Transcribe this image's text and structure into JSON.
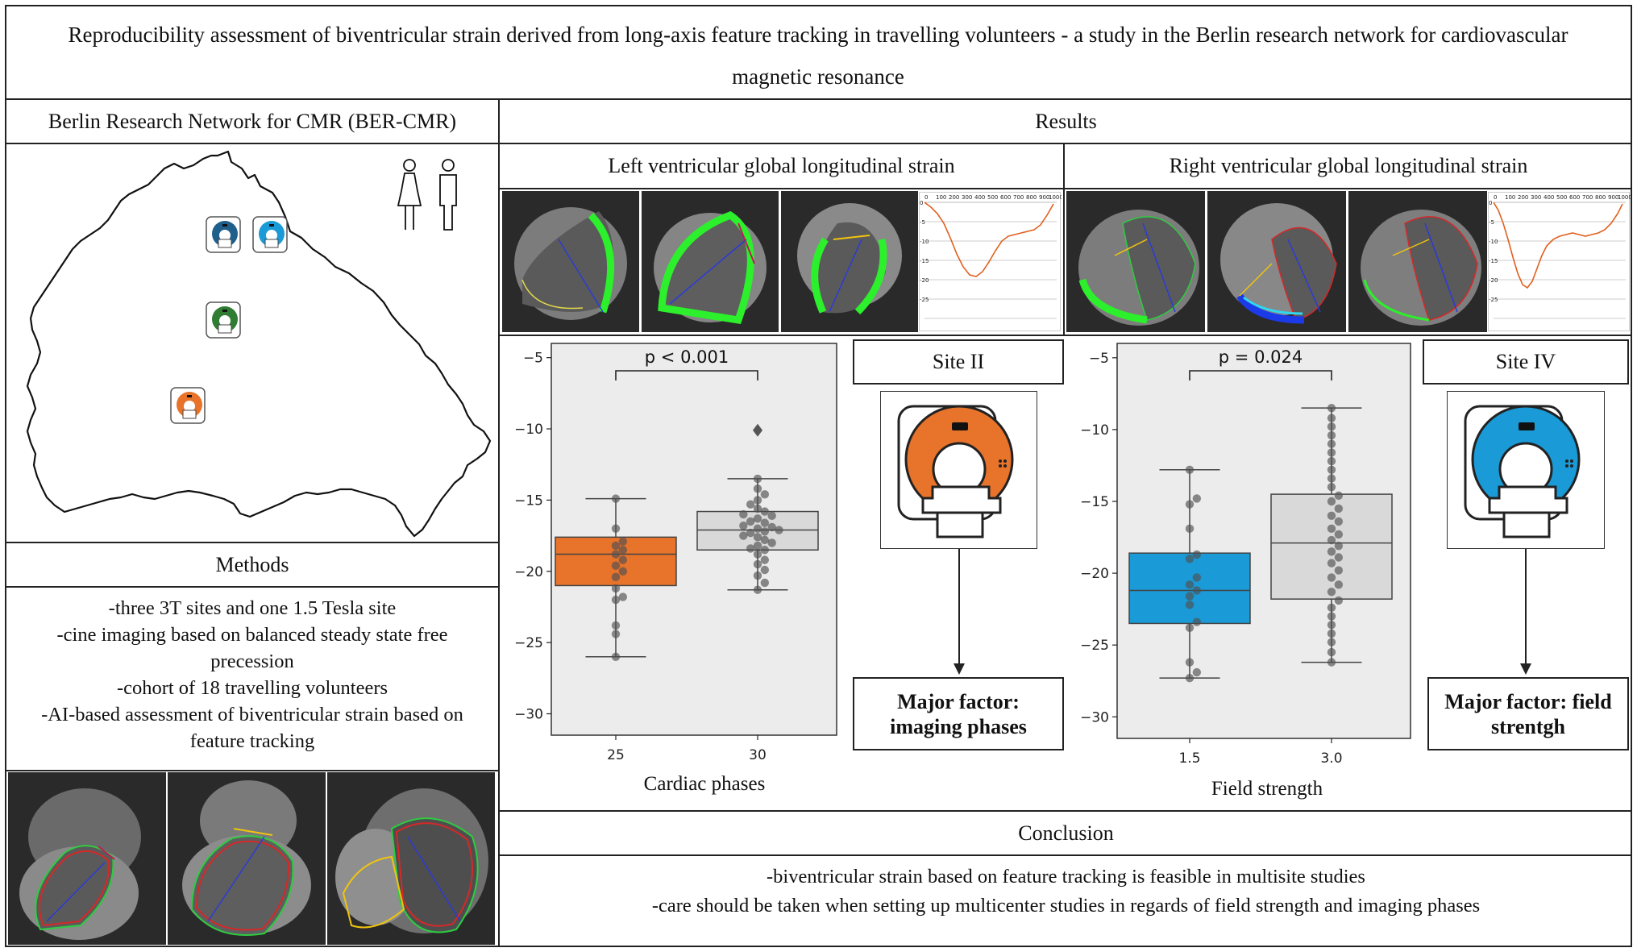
{
  "title": {
    "line1": "Reproducibility assessment of biventricular strain derived from long-axis feature tracking in travelling volunteers - a study in the Berlin research network for cardiovascular",
    "line2": "magnetic resonance"
  },
  "left": {
    "network_heading": "Berlin Research Network for CMR (BER-CMR)",
    "methods_heading": "Methods",
    "methods_lines": [
      "-three 3T sites and one 1.5 Tesla site",
      "-cine imaging based on balanced steady state free",
      "precession",
      "-cohort of 18 travelling volunteers",
      "-AI-based assessment of biventricular strain based on",
      "feature tracking"
    ],
    "map_icons": [
      {
        "name": "scanner-dark-blue-icon",
        "color": "#1f5f8b"
      },
      {
        "name": "scanner-light-blue-icon",
        "color": "#1a9ad6"
      },
      {
        "name": "scanner-green-icon",
        "color": "#2e7d32"
      },
      {
        "name": "scanner-orange-icon",
        "color": "#e8732b"
      }
    ]
  },
  "results": {
    "heading": "Results",
    "lv_heading": "Left ventricular global longitudinal strain",
    "rv_heading": "Right ventricular global longitudinal strain",
    "curve_ticks": [
      "0",
      "100",
      "200",
      "300",
      "400",
      "500",
      "600",
      "700",
      "800",
      "900",
      "1000"
    ],
    "curve_yticks": [
      "0",
      "-5",
      "-10",
      "-15",
      "-20",
      "-25"
    ],
    "site_lv": "Site II",
    "site_rv": "Site IV",
    "factor_lv_line1": "Major factor:",
    "factor_lv_line2": "imaging phases",
    "factor_rv_line1": "Major factor: field",
    "factor_rv_line2": "strentgh"
  },
  "conclusion": {
    "heading": "Conclusion",
    "line1": "-biventricular strain based on feature tracking  is feasible in multisite studies",
    "line2": "-care should be taken when setting up multicenter studies in regards of field strength and imaging phases"
  },
  "colors": {
    "orange": "#e8732b",
    "blue": "#1a9ad6",
    "grey_box": "#d9d9d9",
    "plot_bg": "#ececec",
    "curve": "#e0601f"
  },
  "chart_data": [
    {
      "type": "box",
      "title": "",
      "xlabel": "Cardiac phases",
      "ylabel": "",
      "annotation": "p < 0.001",
      "ylim": [
        -31.5,
        -4
      ],
      "yticks": [
        -5,
        -10,
        -15,
        -20,
        -25,
        -30
      ],
      "categories": [
        "25",
        "30"
      ],
      "series": [
        {
          "category": "25",
          "color": "#e8732b",
          "whisker_high": -14.9,
          "q3": -17.6,
          "median": -18.8,
          "q1": -21.0,
          "whisker_low": -26.0,
          "outliers": [],
          "points": [
            -14.9,
            -17.0,
            -17.9,
            -18.2,
            -18.5,
            -18.8,
            -19.2,
            -19.6,
            -20.0,
            -20.4,
            -21.2,
            -21.8,
            -22.0,
            -23.8,
            -24.4,
            -26.0
          ]
        },
        {
          "category": "30",
          "color": "#d9d9d9",
          "whisker_high": -13.5,
          "q3": -15.8,
          "median": -17.1,
          "q1": -18.5,
          "whisker_low": -21.3,
          "outliers": [
            -10.1
          ],
          "points": [
            -13.5,
            -14.2,
            -14.6,
            -15.0,
            -15.3,
            -15.6,
            -15.8,
            -16.0,
            -16.1,
            -16.3,
            -16.5,
            -16.6,
            -16.8,
            -16.9,
            -17.0,
            -17.1,
            -17.2,
            -17.3,
            -17.5,
            -17.6,
            -17.8,
            -18.0,
            -18.2,
            -18.4,
            -18.5,
            -18.8,
            -19.2,
            -19.5,
            -19.9,
            -20.3,
            -20.8,
            -21.3
          ]
        }
      ]
    },
    {
      "type": "box",
      "title": "",
      "xlabel": "Field strength",
      "ylabel": "",
      "annotation": "p = 0.024",
      "ylim": [
        -31.5,
        -4
      ],
      "yticks": [
        -5,
        -10,
        -15,
        -20,
        -25,
        -30
      ],
      "categories": [
        "1.5",
        "3.0"
      ],
      "series": [
        {
          "category": "1.5",
          "color": "#1a9ad6",
          "whisker_high": -12.8,
          "q3": -18.6,
          "median": -21.2,
          "q1": -23.5,
          "whisker_low": -27.3,
          "outliers": [],
          "points": [
            -12.8,
            -14.8,
            -15.2,
            -16.9,
            -18.7,
            -19.0,
            -20.3,
            -20.8,
            -21.2,
            -21.6,
            -22.2,
            -23.4,
            -23.8,
            -26.2,
            -26.9,
            -27.3
          ]
        },
        {
          "category": "3.0",
          "color": "#d9d9d9",
          "whisker_high": -8.5,
          "q3": -14.5,
          "median": -17.9,
          "q1": -21.8,
          "whisker_low": -26.2,
          "outliers": [],
          "points": [
            -8.5,
            -9.2,
            -9.8,
            -10.4,
            -11.0,
            -11.6,
            -12.2,
            -12.8,
            -13.4,
            -14.0,
            -14.6,
            -15.0,
            -15.5,
            -16.0,
            -16.4,
            -16.9,
            -17.3,
            -17.7,
            -18.1,
            -18.5,
            -18.9,
            -19.3,
            -19.8,
            -20.3,
            -20.8,
            -21.3,
            -21.9,
            -22.4,
            -23.0,
            -23.6,
            -24.2,
            -24.8,
            -25.5,
            -26.2
          ]
        }
      ]
    }
  ]
}
